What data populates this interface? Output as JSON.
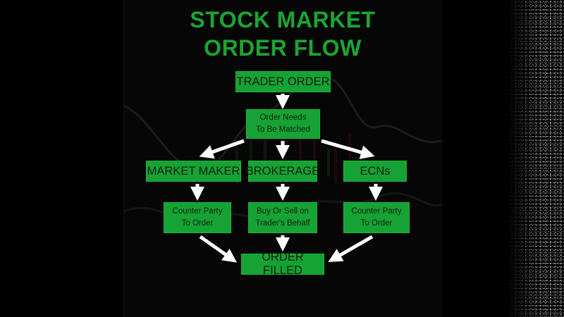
{
  "title": {
    "line1": "STOCK MARKET",
    "line2": "ORDER FLOW"
  },
  "colors": {
    "title": "#1aa632",
    "box_fill": "#16a234",
    "box_text": "#0b200f",
    "arrow": "#ffffff",
    "background": "#000000"
  },
  "nodes": {
    "trader_order": "TRADER ORDER",
    "needs_match_1": "Order Needs",
    "needs_match_2": "To Be Matched",
    "market_maker": "MARKET MAKER",
    "brokerage": "BROKERAGE",
    "ecns": "ECNs",
    "mm_counter_1": "Counter Party",
    "mm_counter_2": "To Order",
    "brok_action_1": "Buy Or Sell on",
    "brok_action_2": "Trader's Behalf",
    "ecn_counter_1": "Counter Party",
    "ecn_counter_2": "To Order",
    "order_filled": "ORDER FILLED"
  },
  "edges": [
    [
      "TRADER ORDER",
      "Order Needs To Be Matched"
    ],
    [
      "Order Needs To Be Matched",
      "MARKET MAKER"
    ],
    [
      "Order Needs To Be Matched",
      "BROKERAGE"
    ],
    [
      "Order Needs To Be Matched",
      "ECNs"
    ],
    [
      "MARKET MAKER",
      "Counter Party To Order"
    ],
    [
      "BROKERAGE",
      "Buy Or Sell on Trader's Behalf"
    ],
    [
      "ECNs",
      "Counter Party To Order"
    ],
    [
      "Counter Party To Order",
      "ORDER FILLED"
    ],
    [
      "Buy Or Sell on Trader's Behalf",
      "ORDER FILLED"
    ],
    [
      "Counter Party To Order",
      "ORDER FILLED"
    ]
  ]
}
